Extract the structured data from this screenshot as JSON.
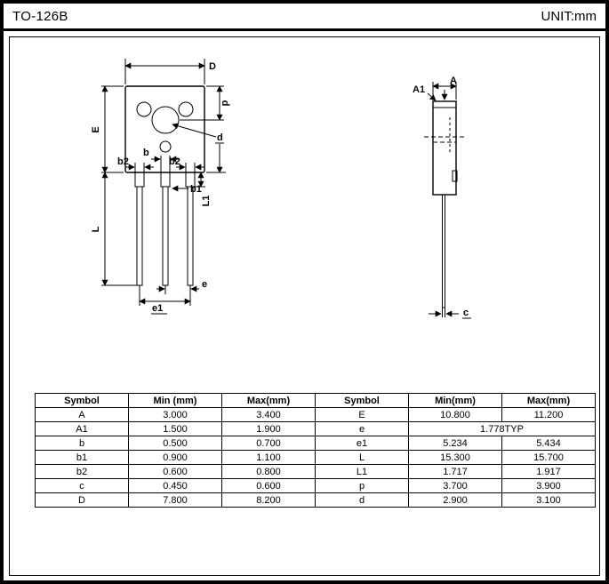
{
  "header": {
    "title": "TO-126B",
    "unit": "UNIT:mm"
  },
  "drawing": {
    "front": {
      "D": "D",
      "E": "E",
      "L": "L",
      "p": "p",
      "d": "d",
      "b": "b",
      "b1": "b1",
      "b2_left": "b2",
      "b2_right": "b2",
      "e": "e",
      "e1": "e1",
      "L1": "L1"
    },
    "side": {
      "A": "A",
      "A1": "A1",
      "c": "c"
    }
  },
  "table": {
    "headers": [
      "Symbol",
      "Min (mm)",
      "Max(mm)",
      "Symbol",
      "Min(mm)",
      "Max(mm)"
    ],
    "rows": [
      {
        "l_sym": "A",
        "l_min": "3.000",
        "l_max": "3.400",
        "r_sym": "E",
        "r_min": "10.800",
        "r_max": "11.200"
      },
      {
        "l_sym": "A1",
        "l_min": "1.500",
        "l_max": "1.900",
        "r_sym": "e",
        "r_span": "1.778TYP"
      },
      {
        "l_sym": "b",
        "l_min": "0.500",
        "l_max": "0.700",
        "r_sym": "e1",
        "r_min": "5.234",
        "r_max": "5.434"
      },
      {
        "l_sym": "b1",
        "l_min": "0.900",
        "l_max": "1.100",
        "r_sym": "L",
        "r_min": "15.300",
        "r_max": "15.700"
      },
      {
        "l_sym": "b2",
        "l_min": "0.600",
        "l_max": "0.800",
        "r_sym": "L1",
        "r_min": "1.717",
        "r_max": "1.917"
      },
      {
        "l_sym": "c",
        "l_min": "0.450",
        "l_max": "0.600",
        "r_sym": "p",
        "r_min": "3.700",
        "r_max": "3.900"
      },
      {
        "l_sym": "D",
        "l_min": "7.800",
        "l_max": "8.200",
        "r_sym": "d",
        "r_min": "2.900",
        "r_max": "3.100"
      }
    ]
  }
}
